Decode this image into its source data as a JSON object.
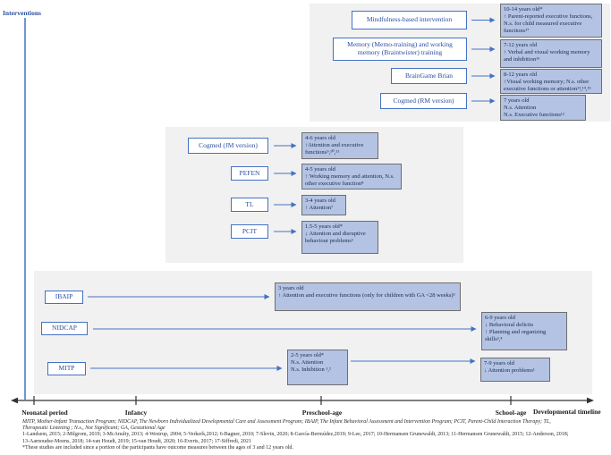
{
  "axes": {
    "y_label": "Interventions",
    "x_label": "Developmental timeline",
    "stages": [
      "Neonatal period",
      "Infancy",
      "Preschool-age",
      "School-age"
    ]
  },
  "top_panel": {
    "rows": [
      {
        "label": "Mindfulness-based intervention",
        "age": "10-14 years old*",
        "line1": "↑ Parent-reported executive functions, N.s. for child measured executive functions¹⁷"
      },
      {
        "label": "Memory (Memo-training) and working memory (Braintwister) training",
        "age": "7-12 years old",
        "line1": "↑ Verbal and visual working memory and inhibition¹⁶"
      },
      {
        "label": "BrainGame Brian",
        "age": "8-12 years old",
        "line1": "↑Visual working memory; N.s. other executive functions or attention¹³,¹⁴,¹⁵"
      },
      {
        "label": "Cogmed (RM version)",
        "age": "7 years old",
        "line1": "N.s. Attention",
        "line2": "N.s. Executive functions¹²"
      }
    ]
  },
  "middle_panel": {
    "rows": [
      {
        "label": "Cogmed (JM version)",
        "age": "4-6 years old",
        "line1": "↑Attention and executive functions⁹,¹⁰,¹¹"
      },
      {
        "label": "PEFEN",
        "age": "4-5 years old",
        "line1": "↑ Working memory and attention, N.s. other executive function⁸"
      },
      {
        "label": "TL",
        "age": "3-4 years old",
        "line1": "↑ Attention⁷"
      },
      {
        "label": "PCIT",
        "age": "1.5-5 years old*",
        "line1": "↓ Attention and disruptive behaviour problems⁶"
      }
    ]
  },
  "bottom_panel": {
    "rows": [
      {
        "label": "IBAIP",
        "age": "3 years old",
        "line1": "↑ Attention and executive functions (only for children with GA <28 weeks)⁵"
      },
      {
        "label": "NIDCAP",
        "age": "6-9 years old",
        "line1": "↓ Behavioral deficits",
        "line2": "↑ Planning and organizing skills³,⁴"
      },
      {
        "label": "MITP",
        "age": "2-5 years old*",
        "line1": "N.s. Attention",
        "line2": "N.s. Inhibition ¹,²",
        "age2": "7-9 years old",
        "line3": "↓ Attention problems¹"
      }
    ]
  },
  "footer": {
    "abbrev1": "MITP, Mother-Infant Transaction Program; NIDCAP, The Newborn Individualized Developmental Care and Assessment Program; IBAIP, The Infant Behavioral Assessment and Intervention Program; PCIT, Parent-Child Interaction Therapy; TL,",
    "abbrev2": "Therapeutic Listening ; N.s., Not Significant; GA, Gestational Age",
    "refs1": "1-Landsem, 2015; 2-Milgrom, 2019; 3-McAnulty, 2013; 4-Westrup, 2004; 5-Verkerk,2012; 6-Bagner, 2010; 7-Slevin, 2020; 8-García-Bermúdez,2019; 9-Lee, 2017; 10-Hermansen Grunewaldt, 2013; 11-Hermansen Grunewaldt, 2015; 12-Anderson, 2018;",
    "refs2": "13-Aarnoudse-Moens, 2018; 14-van Houdt, 2019; 15-van Houdt, 2020; 16-Everts, 2017; 17-Siffredi, 2021",
    "note": "*These studies are included since a portion of the participants have outcome measures between the ages of 3 and 12 years old."
  },
  "colors": {
    "accent_blue": "#4472c4",
    "outcome_fill": "#b4c3e3",
    "panel_gray": "#f1f1f1",
    "label_text_blue": "#2b4da0",
    "timeline_black": "#333333"
  }
}
